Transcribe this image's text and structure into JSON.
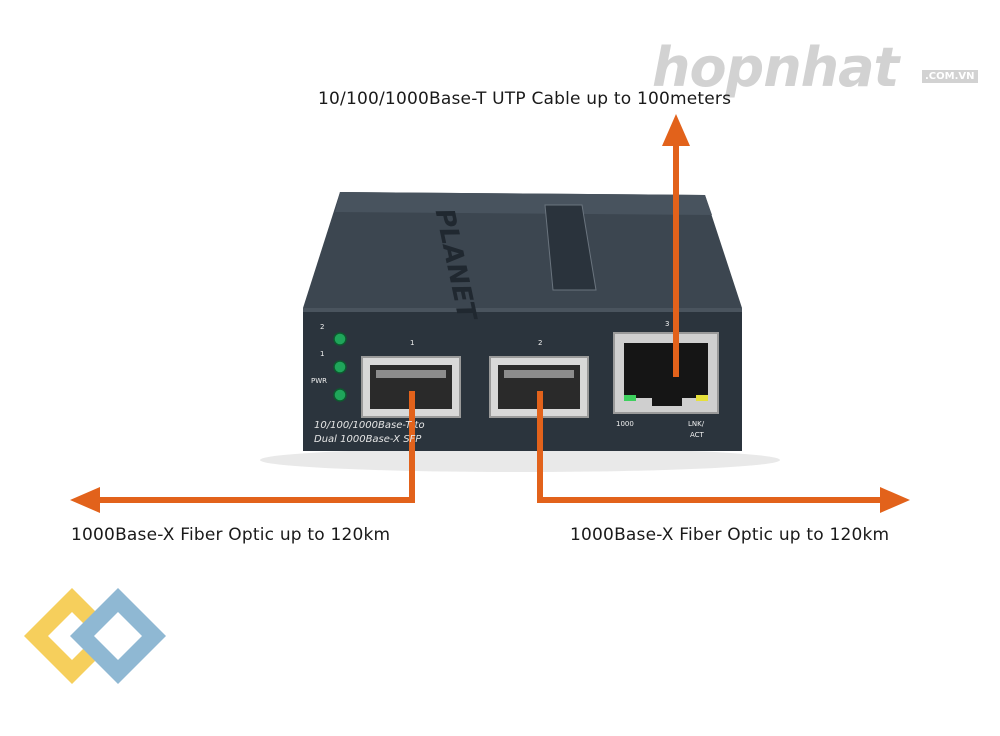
{
  "watermark": {
    "brand": "hopnhat",
    "domain": ".COM.VN"
  },
  "callouts": {
    "top": "10/100/1000Base-T UTP Cable up to 100meters",
    "left": "1000Base-X Fiber Optic up to 120km",
    "right": "1000Base-X Fiber Optic up to 120km"
  },
  "device": {
    "brand_mark": "PLANET",
    "front_text_line1": "10/100/1000Base-T to",
    "front_text_line2": "Dual 1000Base-X SFP",
    "led_labels": [
      "2",
      "1",
      "PWR"
    ],
    "port_numbers": [
      "1",
      "2",
      "3"
    ],
    "rj45_labels": [
      "1000",
      "LNK/",
      "ACT"
    ]
  },
  "colors": {
    "arrow": "#e2621b",
    "device_body": "#2e3842",
    "led": "#1fa55a",
    "logo_yellow": "#f6cf5c",
    "logo_blue": "#8fb8d3"
  },
  "icons": [
    "orange-arrow-up",
    "orange-arrow-left",
    "orange-arrow-right",
    "company-logo-icon"
  ]
}
